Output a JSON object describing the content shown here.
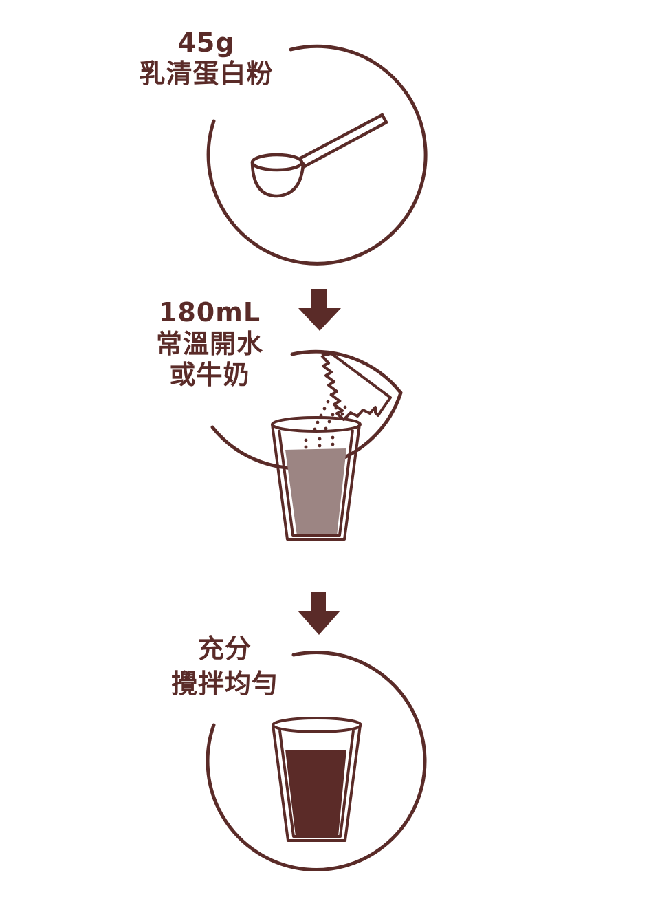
{
  "colors": {
    "stroke": "#5a2b28",
    "liquid_light": "#9c8583",
    "liquid_dark": "#5b2b28",
    "background": "#ffffff"
  },
  "steps": [
    {
      "amount": "45g",
      "description_lines": [
        "乳清蛋白粉"
      ],
      "icon": "scoop-icon"
    },
    {
      "amount": "180mL",
      "description_lines": [
        "常溫開水",
        "或牛奶"
      ],
      "icon": "glass-pour-powder-icon"
    },
    {
      "amount": "",
      "description_lines": [
        "充分",
        "攪拌均勻"
      ],
      "icon": "glass-full-icon"
    }
  ],
  "arrows": [
    "arrow-down-icon",
    "arrow-down-icon"
  ]
}
